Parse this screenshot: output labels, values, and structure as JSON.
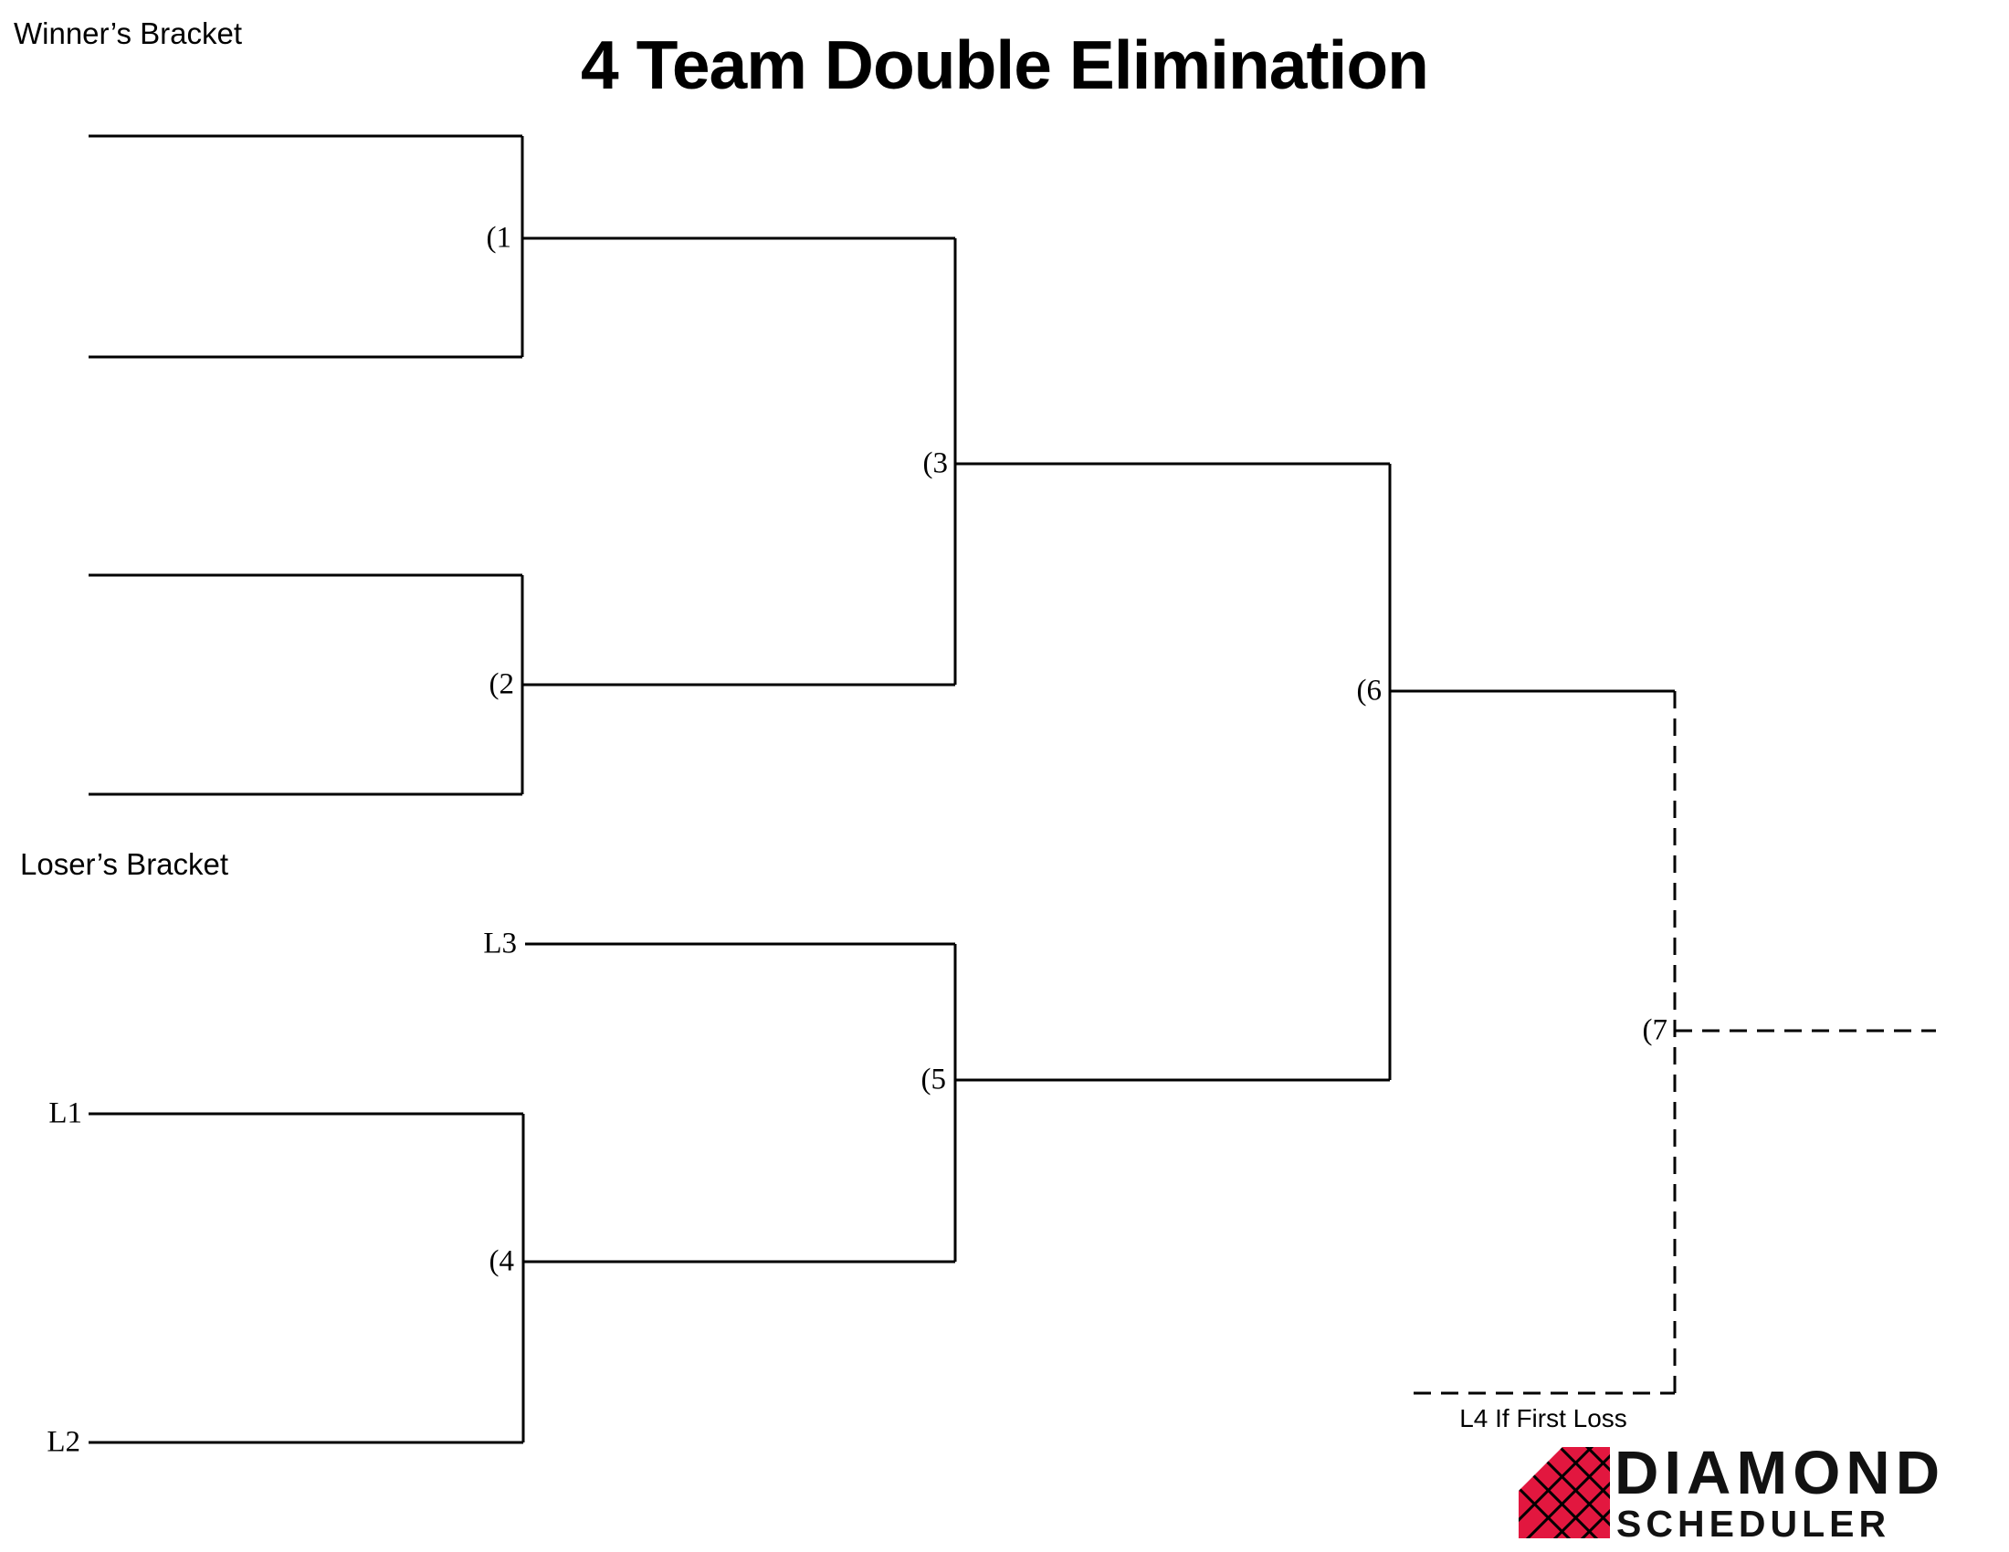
{
  "title": "4 Team Double Elimination",
  "sections": {
    "winners": "Winner’s Bracket",
    "losers": "Loser’s Bracket"
  },
  "matches": {
    "m1": "(1",
    "m2": "(2",
    "m3": "(3",
    "m4": "(4",
    "m5": "(5",
    "m6": "(6",
    "m7": "(7"
  },
  "loser_seeds": {
    "l1": "L1",
    "l2": "L2",
    "l3": "L3"
  },
  "finals_note": "L4 If First Loss",
  "logo": {
    "brand": "DIAMOND",
    "product": "SCHEDULER",
    "accent": "#e2173f",
    "ink": "#121212"
  },
  "colors": {
    "line": "#000000",
    "background": "#ffffff"
  }
}
